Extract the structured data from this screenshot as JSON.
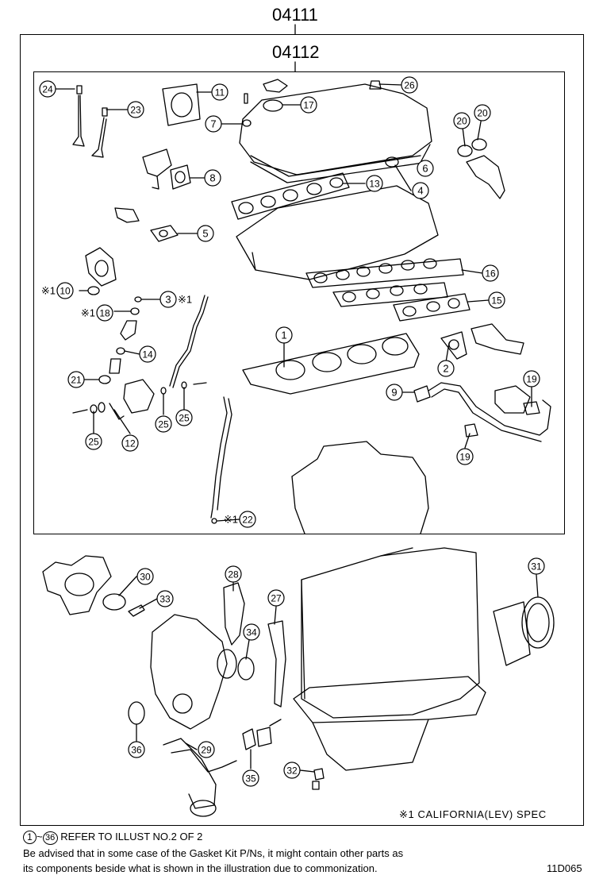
{
  "title_top": "04111",
  "title_inner": "04112",
  "callouts": [
    {
      "num": "1",
      "mark": ""
    },
    {
      "num": "2",
      "mark": ""
    },
    {
      "num": "3",
      "mark": "※1"
    },
    {
      "num": "4",
      "mark": ""
    },
    {
      "num": "5",
      "mark": ""
    },
    {
      "num": "6",
      "mark": ""
    },
    {
      "num": "7",
      "mark": ""
    },
    {
      "num": "8",
      "mark": ""
    },
    {
      "num": "9",
      "mark": ""
    },
    {
      "num": "10",
      "mark": "※1"
    },
    {
      "num": "11",
      "mark": ""
    },
    {
      "num": "12",
      "mark": ""
    },
    {
      "num": "13",
      "mark": ""
    },
    {
      "num": "14",
      "mark": ""
    },
    {
      "num": "15",
      "mark": ""
    },
    {
      "num": "16",
      "mark": ""
    },
    {
      "num": "17",
      "mark": ""
    },
    {
      "num": "18",
      "mark": "※1"
    },
    {
      "num": "19",
      "mark": ""
    },
    {
      "num": "19",
      "mark": ""
    },
    {
      "num": "20",
      "mark": ""
    },
    {
      "num": "20",
      "mark": ""
    },
    {
      "num": "21",
      "mark": ""
    },
    {
      "num": "22",
      "mark": "※1"
    },
    {
      "num": "23",
      "mark": ""
    },
    {
      "num": "24",
      "mark": ""
    },
    {
      "num": "25",
      "mark": ""
    },
    {
      "num": "25",
      "mark": ""
    },
    {
      "num": "25",
      "mark": ""
    },
    {
      "num": "26",
      "mark": ""
    },
    {
      "num": "27",
      "mark": ""
    },
    {
      "num": "28",
      "mark": ""
    },
    {
      "num": "29",
      "mark": ""
    },
    {
      "num": "30",
      "mark": ""
    },
    {
      "num": "31",
      "mark": ""
    },
    {
      "num": "32",
      "mark": ""
    },
    {
      "num": "33",
      "mark": ""
    },
    {
      "num": "34",
      "mark": ""
    },
    {
      "num": "35",
      "mark": ""
    },
    {
      "num": "36",
      "mark": ""
    }
  ],
  "spec_note": "※1 CALIFORNIA(LEV) SPEC",
  "footer": {
    "range_start": "1",
    "range_tilde": "~",
    "range_end": "36",
    "range_text": "REFER TO ILLUST NO.2 OF 2",
    "line2": "Be advised that in some case of the Gasket Kit P/Ns,  it might contain other parts as",
    "line3": "its components beside what is shown in the illustration due to commonization.",
    "code": "11D065"
  }
}
